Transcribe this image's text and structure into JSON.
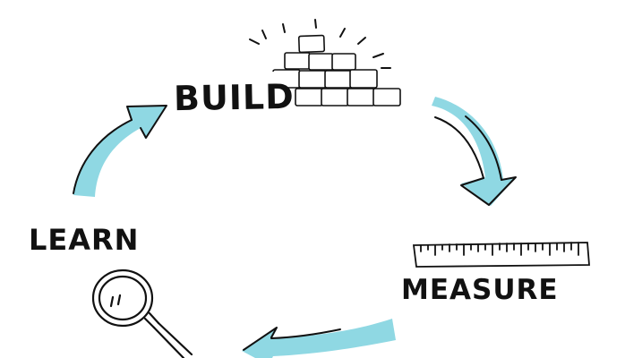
{
  "diagram": {
    "type": "cycle",
    "steps": [
      {
        "id": "build",
        "label": "BUILD",
        "icon": "brick-pyramid-icon"
      },
      {
        "id": "measure",
        "label": "MEASURE",
        "icon": "ruler-icon"
      },
      {
        "id": "learn",
        "label": "LEARN",
        "icon": "magnifying-glass-icon"
      }
    ],
    "colors": {
      "arrow": "#8fd8e3",
      "ink": "#111111",
      "background": "#ffffff"
    }
  }
}
